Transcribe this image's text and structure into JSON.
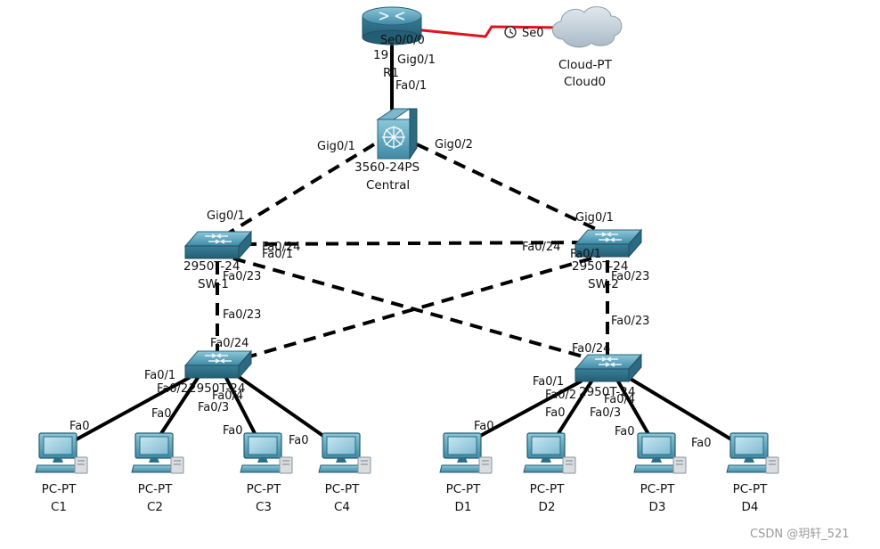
{
  "colors": {
    "serial_link": "#e0141e",
    "device_blue": "#4f9fb8",
    "device_dark": "#2f6f86",
    "pc_body": "#3c88a8",
    "cloud": "#c4d1da"
  },
  "devices": {
    "r1": {
      "icon": "router-icon",
      "label1": "19",
      "label2": "R1"
    },
    "cloud": {
      "icon": "cloud-icon",
      "label1": "Cloud-PT",
      "label2": "Cloud0"
    },
    "central": {
      "icon": "multilayer-switch-icon",
      "label1": "3560-24PS",
      "label2": "Central"
    },
    "sw1": {
      "icon": "switch-icon",
      "label1": "2950T-24",
      "label2": "SW-1"
    },
    "sw2": {
      "icon": "switch-icon",
      "label1": "2950T-24",
      "label2": "SW-2"
    },
    "swc": {
      "icon": "switch-icon",
      "label1": "2950T-24"
    },
    "swd": {
      "icon": "switch-icon",
      "label1": "2950T-24"
    },
    "pcs": [
      {
        "name": "C1",
        "type": "PC-PT"
      },
      {
        "name": "C2",
        "type": "PC-PT"
      },
      {
        "name": "C3",
        "type": "PC-PT"
      },
      {
        "name": "C4",
        "type": "PC-PT"
      },
      {
        "name": "D1",
        "type": "PC-PT"
      },
      {
        "name": "D2",
        "type": "PC-PT"
      },
      {
        "name": "D3",
        "type": "PC-PT"
      },
      {
        "name": "D4",
        "type": "PC-PT"
      }
    ]
  },
  "ports": {
    "r1_se": "Se0/0/0",
    "r1_gig": "Gig0/1",
    "cloud_se": "Se0",
    "central_fa": "Fa0/1",
    "central_g1": "Gig0/1",
    "central_g2": "Gig0/2",
    "sw1_gig": "Gig0/1",
    "sw1_fa24": "Fa0/24",
    "sw1_fa1": "Fa0/1",
    "sw1_fa23": "Fa0/23",
    "sw2_gig": "Gig0/1",
    "sw2_fa24": "Fa0/24",
    "sw2_fa1": "Fa0/1",
    "sw2_fa23": "Fa0/23",
    "swc_up23": "Fa0/23",
    "swc_fa24": "Fa0/24",
    "swc_fa1": "Fa0/1",
    "swc_fa2": "Fa0/2",
    "swc_fa3": "Fa0/3",
    "swc_fa4": "Fa0/4",
    "swd_up23": "Fa0/23",
    "swd_fa24": "Fa0/24",
    "swd_fa1": "Fa0/1",
    "swd_fa2": "Fa0/2",
    "swd_fa3": "Fa0/3",
    "swd_fa4": "Fa0/4",
    "pc_fa0": "Fa0"
  },
  "watermark": "CSDN @玥轩_521"
}
